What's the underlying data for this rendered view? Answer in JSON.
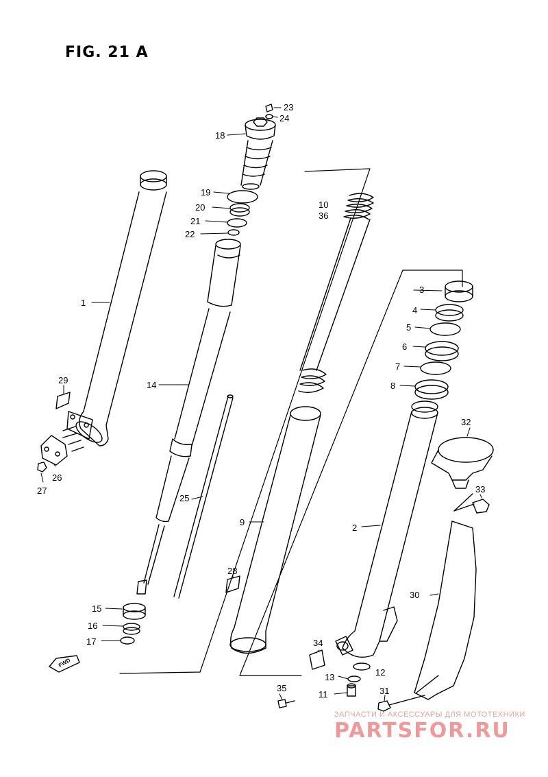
{
  "title": "FIG. 21 A",
  "fwd_label": "FWD",
  "watermark": {
    "caption": "ЗАПЧАСТИ И АКСЕССУАРЫ ДЛЯ МОТОТЕХНИКИ",
    "logo": "PARTSFOR.RU",
    "color": "#ef9a9a"
  },
  "callouts": {
    "c1": "1",
    "c2": "2",
    "c3": "3",
    "c4": "4",
    "c5": "5",
    "c6": "6",
    "c7": "7",
    "c8": "8",
    "c9": "9",
    "c10": "10",
    "c11": "11",
    "c12": "12",
    "c13": "13",
    "c14": "14",
    "c15": "15",
    "c16": "16",
    "c17": "17",
    "c18": "18",
    "c19": "19",
    "c20": "20",
    "c21": "21",
    "c22": "22",
    "c23": "23",
    "c24": "24",
    "c25": "25",
    "c26": "26",
    "c27": "27",
    "c28": "28",
    "c29": "29",
    "c30": "30",
    "c31": "31",
    "c32": "32",
    "c33": "33",
    "c34": "34",
    "c35": "35",
    "c36": "36"
  }
}
